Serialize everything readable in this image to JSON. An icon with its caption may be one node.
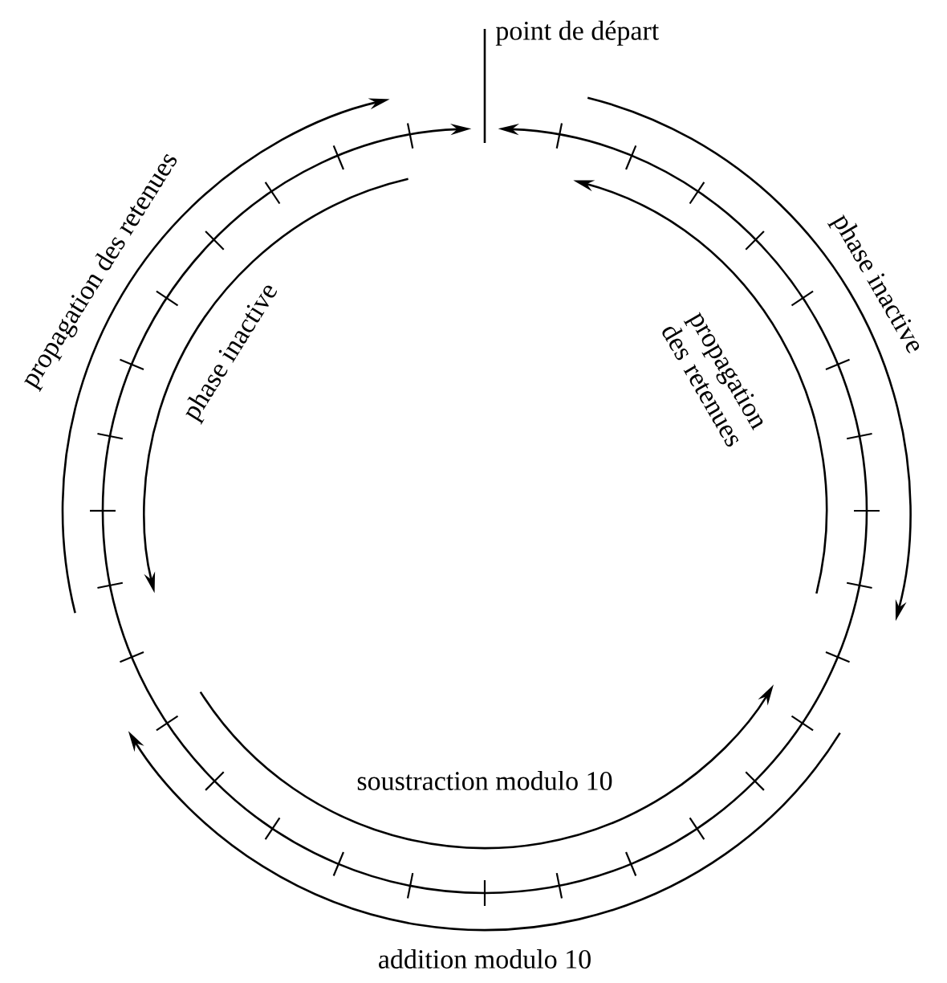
{
  "diagram": {
    "labels": [
      "point de départ",
      "propagation des retenues",
      "phase inactive",
      "propagation des retenues",
      "phase inactive",
      "soustraction modulo 10",
      "addition modulo 10"
    ]
  }
}
